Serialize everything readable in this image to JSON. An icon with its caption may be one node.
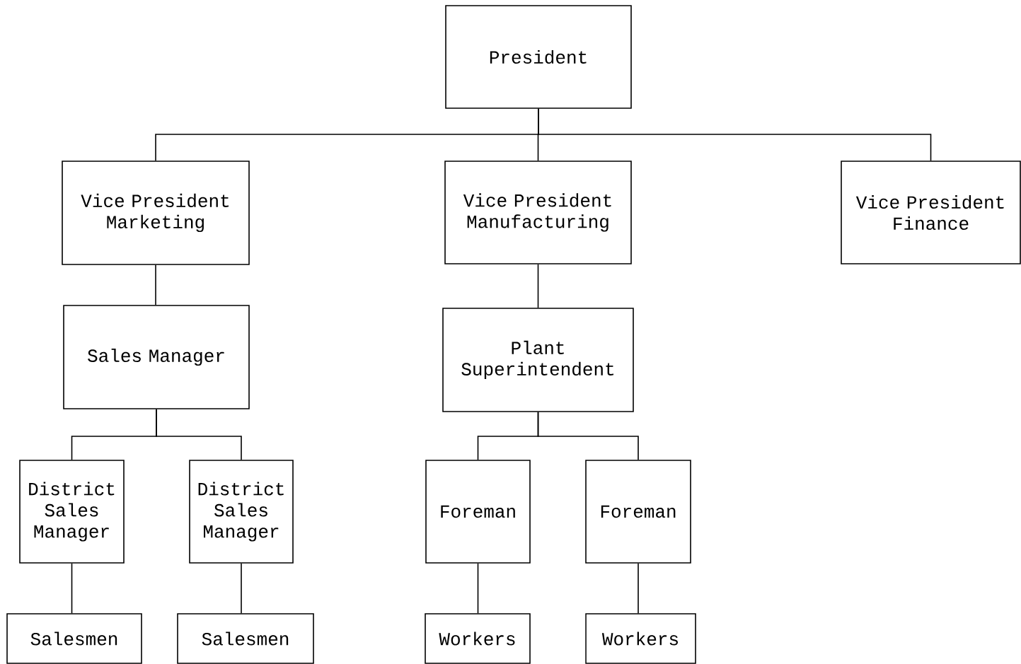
{
  "diagram": {
    "nodes": [
      {
        "text": [
          "President"
        ]
      },
      {
        "text": [
          "Vice President Marketing"
        ]
      },
      {
        "text": [
          "Vice President Manufacturing"
        ]
      },
      {
        "text": [
          "Vice President Finance"
        ]
      },
      {
        "text": [
          "Sales Manager"
        ]
      },
      {
        "text": [
          "Plant Superintendent"
        ]
      },
      {
        "text": [
          "District Sales Manager"
        ]
      },
      {
        "text": [
          "District Sales Manager"
        ]
      },
      {
        "text": [
          "Foreman"
        ]
      },
      {
        "text": [
          "Foreman"
        ]
      },
      {
        "text": [
          "Salesmen"
        ]
      },
      {
        "text": [
          "Salesmen"
        ]
      },
      {
        "text": [
          "Workers"
        ]
      },
      {
        "text": [
          "Workers"
        ]
      }
    ],
    "edges": [
      {
        "from": 0,
        "to": 1,
        "arrow": "none"
      },
      {
        "from": 0,
        "to": 2,
        "arrow": "none"
      },
      {
        "from": 0,
        "to": 3,
        "arrow": "none"
      },
      {
        "from": 1,
        "to": 4,
        "arrow": "none"
      },
      {
        "from": 2,
        "to": 5,
        "arrow": "none"
      },
      {
        "from": 4,
        "to": 6,
        "arrow": "none"
      },
      {
        "from": 4,
        "to": 7,
        "arrow": "none"
      },
      {
        "from": 5,
        "to": 8,
        "arrow": "none"
      },
      {
        "from": 5,
        "to": 9,
        "arrow": "none"
      },
      {
        "from": 6,
        "to": 10,
        "arrow": "none"
      },
      {
        "from": 7,
        "to": 11,
        "arrow": "none"
      },
      {
        "from": 8,
        "to": 12,
        "arrow": "none"
      },
      {
        "from": 9,
        "to": 13,
        "arrow": "none"
      }
    ]
  }
}
